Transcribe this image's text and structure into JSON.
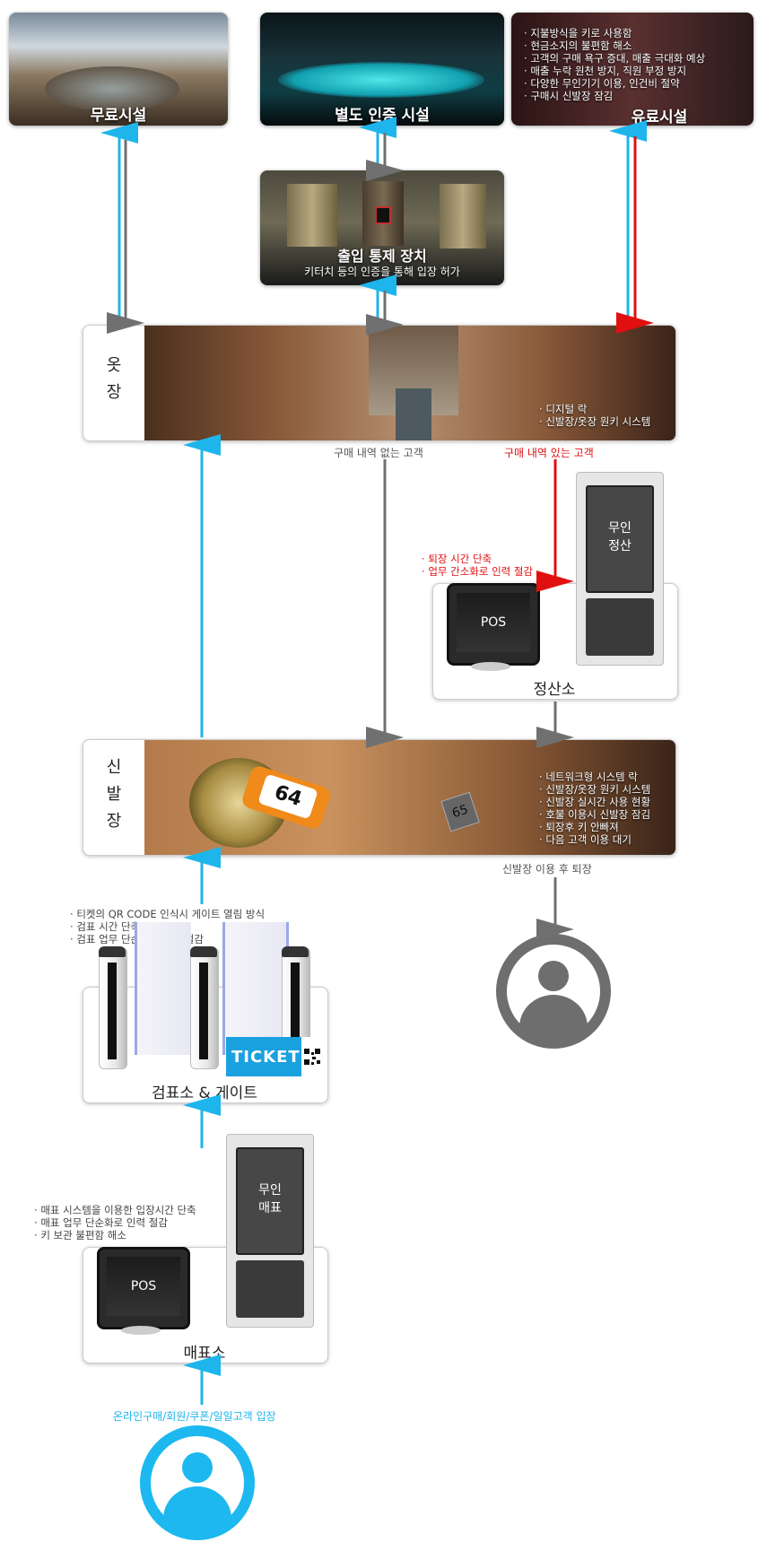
{
  "top_row": {
    "free_title": "무료시설",
    "cert_title": "별도 인증 시설",
    "paid_title": "유료시설",
    "paid_bullets": [
      "지불방식을 키로 사용함",
      "현금소지의 불편함 해소",
      "고객의 구매 욕구 증대, 매출 극대화 예상",
      "매출 누락 원천 방지, 직원 부정 방지",
      "다양한 무인기기 이용, 인건비 절약",
      "구매시 신발장 잠김"
    ]
  },
  "access_control": {
    "title": "출입 통제 장치",
    "subtitle": "키터치 등의 인증을 통해 입장 허가"
  },
  "locker": {
    "label_chars": [
      "옷",
      "장"
    ],
    "bullets": [
      "디지털 락",
      "신발장/옷장 원키 시스템"
    ]
  },
  "flow_labels": {
    "no_purchase": "구매 내역 없는 고객",
    "with_purchase": "구매 내역 있는 고객",
    "after_shoe": "신발장 이용 후 퇴장",
    "entry": "온라인구매/회원/쿠폰/일일고객 입장"
  },
  "settlement": {
    "bullets": [
      "퇴장 시간 단축",
      "업무 간소화로 인력 절감"
    ],
    "pos_label": "POS",
    "kiosk_label": "무인\n정산",
    "kiosk_lines": [
      "무인",
      "정산"
    ],
    "title": "정산소"
  },
  "shoe_locker": {
    "label_chars": [
      "신",
      "발",
      "장"
    ],
    "tag_number": "64",
    "plate_number": "65",
    "bullets": [
      "네트워크형 시스템 락",
      "신발장/옷장 원키 시스템",
      "신발장 실시간 사용 현황",
      "호불 이용시 신발장 잠김",
      "퇴장후 키 안빠져",
      "다음 고객 이용 대기"
    ]
  },
  "gate": {
    "bullets": [
      "티켓의 QR CODE 인식시 게이트 열림 방식",
      "검표 시간 단축",
      "검표 업무 단순화로 인력 절감"
    ],
    "ticket_text": "TICKET",
    "title": "검표소 & 게이트"
  },
  "ticket_office": {
    "bullets": [
      "매표 시스템을 이용한 입장시간 단축",
      "매표 업무 단순화로 인력 절감",
      "키 보관 불편함 해소"
    ],
    "pos_label": "POS",
    "kiosk_lines": [
      "무인",
      "매표"
    ],
    "title": "매표소"
  },
  "colors": {
    "blue": "#1db5ec",
    "gray": "#707070",
    "red": "#e01010",
    "person_gray": "#6e6e6e",
    "person_blue": "#1db8ef"
  }
}
